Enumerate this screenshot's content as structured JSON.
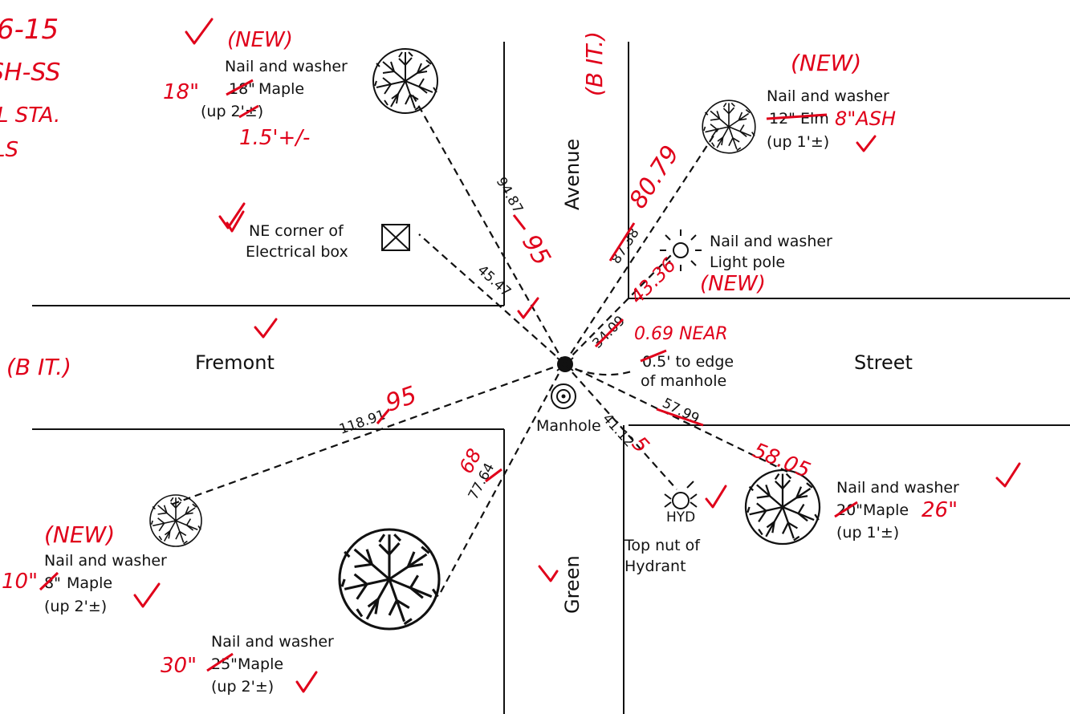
{
  "corner_notes": [
    "6-15",
    "SH-SS",
    "L STA.",
    "LS"
  ],
  "streets": {
    "fremont": "Fremont",
    "street": "Street",
    "avenue": "Avenue",
    "green": "Green",
    "bt_left": "(B IT.)",
    "bt_top": "(B IT.)"
  },
  "center": {
    "manhole_label": "Manhole",
    "edge_note_line1": "0.5' to edge",
    "edge_note_line2": "of manhole",
    "edge_corrected": "0.69 NEAR",
    "edge_old": "0.5"
  },
  "references": {
    "maple_nw": {
      "line1": "Nail and washer",
      "line2_size": "18\"",
      "line2_old": "18\"",
      "line2_rest": "Maple",
      "line3": "(up 2'±)",
      "new_tag": "(NEW)",
      "height_note": "1.5'+/-",
      "size_note": "18\"",
      "distance_old": "94.87",
      "distance_new": "95"
    },
    "elm_ne": {
      "line1": "Nail and washer",
      "line2_old": "12\" Elm",
      "line2_new": "8\"ASH",
      "line3": "(up 1'±)",
      "new_tag": "(NEW)",
      "distance_old": "87.38",
      "distance_new": "80.79"
    },
    "electrical_box": {
      "line1": "NE corner of",
      "line2": "Electrical box",
      "distance": "45.47"
    },
    "light_pole": {
      "line1": "Nail and washer",
      "line2": "Light pole",
      "new_tag": "(NEW)",
      "distance_old": "34.09",
      "distance_new": "43.36"
    },
    "maple_sw": {
      "line1": "Nail and washer",
      "line2_old": "8\"",
      "line2_rest": "Maple",
      "line3": "(up 2'±)",
      "new_tag": "(NEW)",
      "size_note": "10\"",
      "distance_old": "118.91",
      "distance_new": "95"
    },
    "maple_s": {
      "line1": "Nail and washer",
      "line2_old": "25\"",
      "line2_rest": "Maple",
      "line3": "(up 2'±)",
      "size_note": "30\"",
      "distance_old": "77.64",
      "distance_new": "68"
    },
    "hydrant": {
      "line1": "Top nut of",
      "line2": "Hydrant",
      "symbol": "HYD",
      "distance_old": "41.12",
      "distance_new": "5"
    },
    "maple_se": {
      "line1": "Nail and washer",
      "line2_old": "20\"",
      "line2_rest": "Maple",
      "line3": "(up 1'±)",
      "size_note": "26\"",
      "distance_old": "57.99",
      "distance_new": "58.05"
    }
  },
  "colors": {
    "ink": "#111111",
    "redline": "#e0001a",
    "paper": "#ffffff"
  }
}
